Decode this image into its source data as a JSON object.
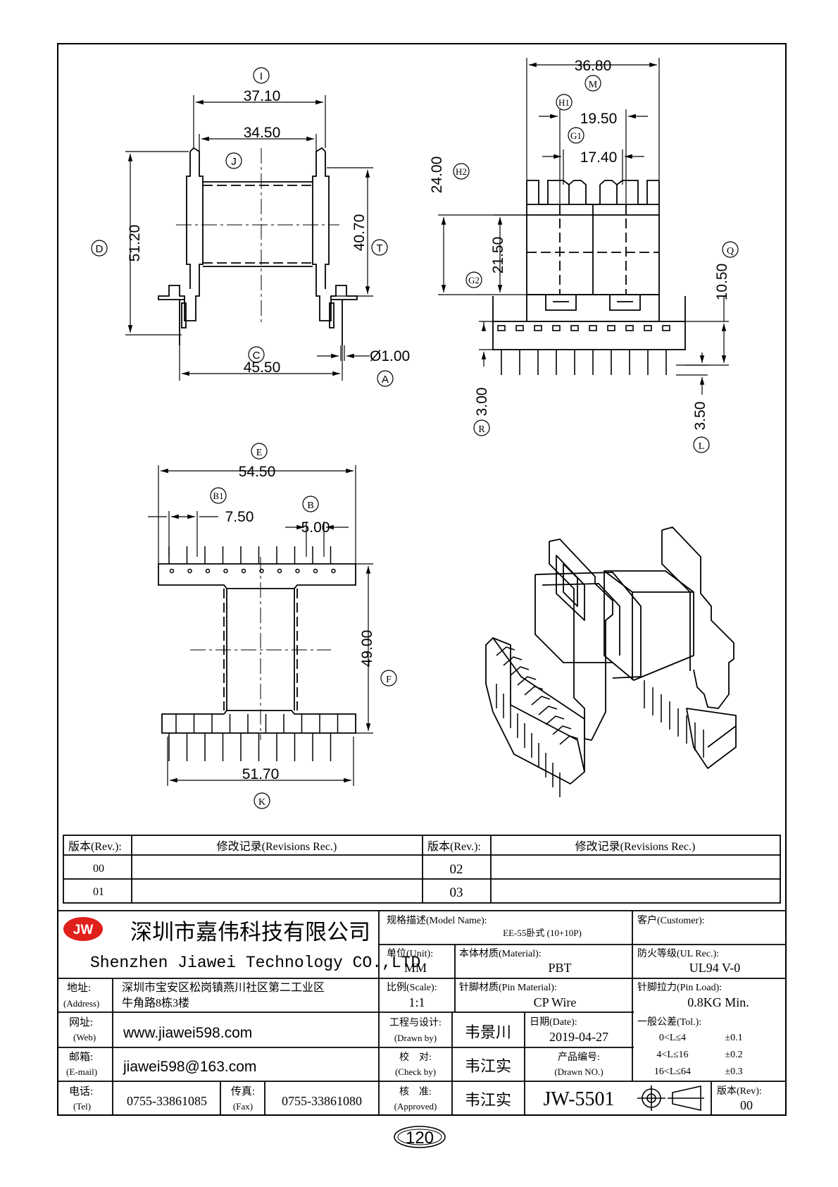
{
  "drawing": {
    "top_view": {
      "dims": {
        "I": "37.10",
        "J": "34.50",
        "D": "51.20",
        "T": "40.70",
        "C": "45.50",
        "A": "Ø1.00"
      },
      "labels": {
        "I": "I",
        "J": "J",
        "D": "D",
        "T": "T",
        "C": "C",
        "A": "A"
      }
    },
    "side_view": {
      "dims": {
        "M": "36.80",
        "H1": "19.50",
        "G1": "17.40",
        "H2": "24.00",
        "G2": "21.50",
        "Q": "10.50",
        "R": "3.00",
        "L": "3.50"
      },
      "labels": {
        "M": "M",
        "H1": "H1",
        "G1": "G1",
        "H2": "H2",
        "G2": "G2",
        "Q": "Q",
        "R": "R",
        "L": "L"
      }
    },
    "front_view": {
      "dims": {
        "E": "54.50",
        "B1": "7.50",
        "B": "5.00",
        "F": "49.00",
        "K": "51.70"
      },
      "labels": {
        "E": "E",
        "B1": "B1",
        "B": "B",
        "F": "F",
        "K": "K"
      }
    }
  },
  "revisions": {
    "header_rev": "版本(Rev.):",
    "header_rec": "修改记录(Revisions Rec.)",
    "rows": [
      {
        "rev_left": "00",
        "rev_right": "02"
      },
      {
        "rev_left": "01",
        "rev_right": "03"
      }
    ]
  },
  "title_block": {
    "logo_text": "JW",
    "company_cn": "深圳市嘉伟科技有限公司",
    "company_en": "Shenzhen Jiawei Technology CO.,LTD",
    "model_label": "规格描述(Model Name):",
    "model_value": "EE-55卧式 (10+10P)",
    "customer_label": "客户(Customer):",
    "unit_label": "单位(Unit):",
    "unit_value": "MM",
    "material_label": "本体材质(Material):",
    "material_value": "PBT",
    "ul_label": "防火等级(UL Rec.):",
    "ul_value": "UL94 V-0",
    "address_label": "地址:",
    "address_label_en": "(Address)",
    "address_line1": "深圳市宝安区松岗镇燕川社区第二工业区",
    "address_line2": "牛角路8栋3楼",
    "scale_label": "比例(Scale):",
    "scale_value": "1:1",
    "pin_material_label": "针脚材质(Pin Material):",
    "pin_material_value": "CP Wire",
    "pin_load_label": "针脚拉力(Pin Load):",
    "pin_load_value": "0.8KG Min.",
    "web_label": "网址:",
    "web_label_en": "(Web)",
    "web_value": "www.jiawei598.com",
    "drawn_label": "工程与设计:",
    "drawn_label_en": "(Drawn by)",
    "drawn_value": "韦景川",
    "date_label": "日期(Date):",
    "date_value": "2019-04-27",
    "tol_label": "一般公差(Tol.):",
    "tol_rows": [
      {
        "range": "0<L≤4",
        "value": "±0.1"
      },
      {
        "range": "4<L≤16",
        "value": "±0.2"
      },
      {
        "range": "16<L≤64",
        "value": "±0.3"
      }
    ],
    "email_label": "邮箱:",
    "email_label_en": "(E-mail)",
    "email_value": "jiawei598@163.com",
    "check_label": "校　对:",
    "check_label_en": "(Check by)",
    "check_value": "韦江实",
    "drawn_no_label": "产品编号:",
    "drawn_no_label_en": "(Drawn NO.)",
    "tel_label": "电话:",
    "tel_label_en": "(Tel)",
    "tel_value": "0755-33861085",
    "fax_label": "传真:",
    "fax_label_en": "(Fax)",
    "fax_value": "0755-33861080",
    "approved_label": "核　准:",
    "approved_label_en": "(Approved)",
    "approved_value": "韦江实",
    "drawn_no_value": "JW-5501",
    "rev_label": "版本(Rev):",
    "rev_value": "00"
  },
  "page_number": "120",
  "colors": {
    "logo_red": "#e0201b",
    "line": "#000000"
  }
}
